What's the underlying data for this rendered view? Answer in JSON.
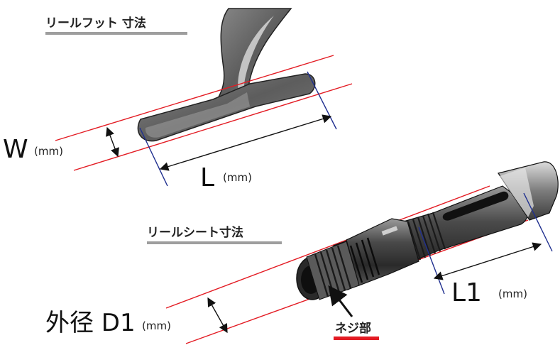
{
  "reel_foot": {
    "heading": "リールフット 寸法",
    "width_label": "W",
    "width_unit": "(mm)",
    "length_label": "L",
    "length_unit": "(mm)"
  },
  "reel_seat": {
    "heading": "リールシート寸法",
    "diameter_label": "外径 D1",
    "diameter_unit": "(mm)",
    "length_label": "L1",
    "length_unit": "(mm)",
    "thread_label": "ネジ部"
  },
  "colors": {
    "guide_line": "#e31b23",
    "measure_line": "#1f2f8f",
    "arrow": "#111111",
    "metal_dark": "#3a3a3a",
    "metal_mid": "#6f6f6f",
    "metal_light": "#bdbdbd",
    "underline": "#9e9e9e",
    "thread_underline": "#e31b23"
  }
}
